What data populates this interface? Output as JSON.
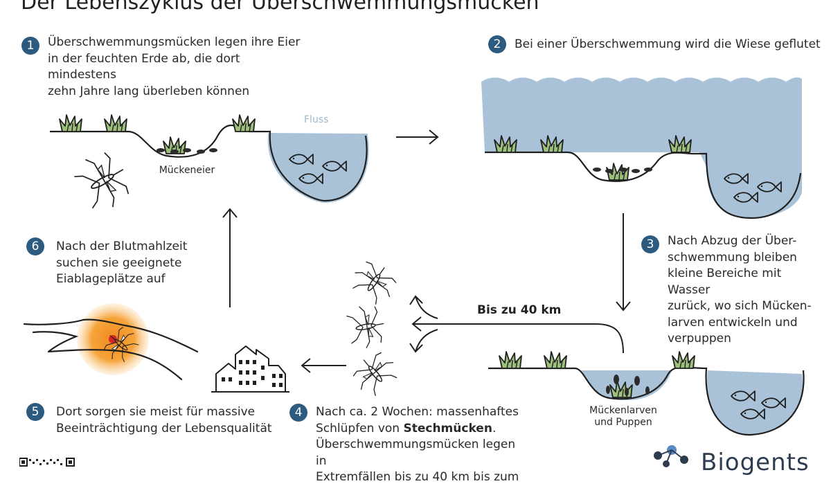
{
  "title": "Der Lebenszyklus der Überschwemmungsmücken",
  "steps": [
    {
      "num": "1",
      "lines": [
        "Überschwemmungsmücken legen ihre Eier",
        "in der feuchten Erde ab, die dort mindestens",
        "zehn Jahre lang überleben können"
      ]
    },
    {
      "num": "2",
      "lines": [
        "Bei einer Überschwemmung wird die Wiese geflutet"
      ]
    },
    {
      "num": "3",
      "lines": [
        "Nach Abzug der Über-",
        "schwemmung bleiben",
        "kleine Bereiche mit Wasser",
        "zurück, wo sich Mücken-",
        "larven entwickeln und",
        "verpuppen"
      ]
    },
    {
      "num": "4",
      "line1": "Nach ca. 2 Wochen: massenhaftes",
      "line2_pre": "Schlüpfen von ",
      "line2_bold": "Stechmücken",
      "line2_post": ".",
      "line3": "Überschwemmungsmücken legen in",
      "line4": "Extremfällen bis zu 40 km bis zum"
    },
    {
      "num": "5",
      "lines": [
        "Dort sorgen sie meist für massive",
        "Beeinträchtigung der Lebensqualität"
      ]
    },
    {
      "num": "6",
      "lines": [
        "Nach der Blutmahlzeit",
        "suchen sie geeignete",
        "Eiablageplätze auf"
      ]
    }
  ],
  "labels": {
    "eggs": "Mückeneier",
    "river": "Fluss",
    "larvae_line1": "Mückenlarven",
    "larvae_line2": "und Puppen",
    "distance": "Bis zu 40 km"
  },
  "logo": {
    "text": "Biogents"
  },
  "colors": {
    "badge": "#2d5b7f",
    "water": "#a9c2d8",
    "grass": "#9cbf7c",
    "orange_glow": "#f6a43c"
  }
}
